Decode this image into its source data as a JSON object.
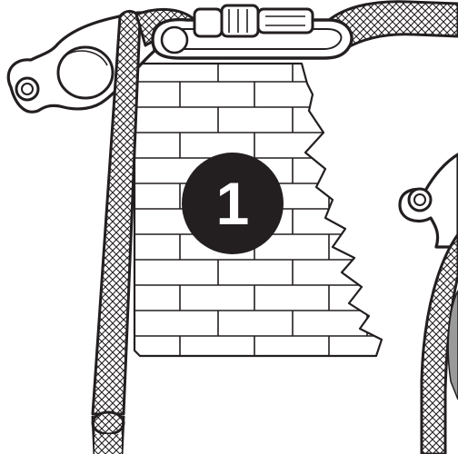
{
  "step_badge": {
    "number": "1",
    "fill_color": "#231f20",
    "text_color": "#ffffff"
  },
  "colors": {
    "ink": "#231f20",
    "background": "#ffffff"
  },
  "icons": [
    "anchor-plate-left",
    "anchor-plate-right",
    "braided-rope",
    "screwgate-carabiner",
    "brick-wall"
  ]
}
